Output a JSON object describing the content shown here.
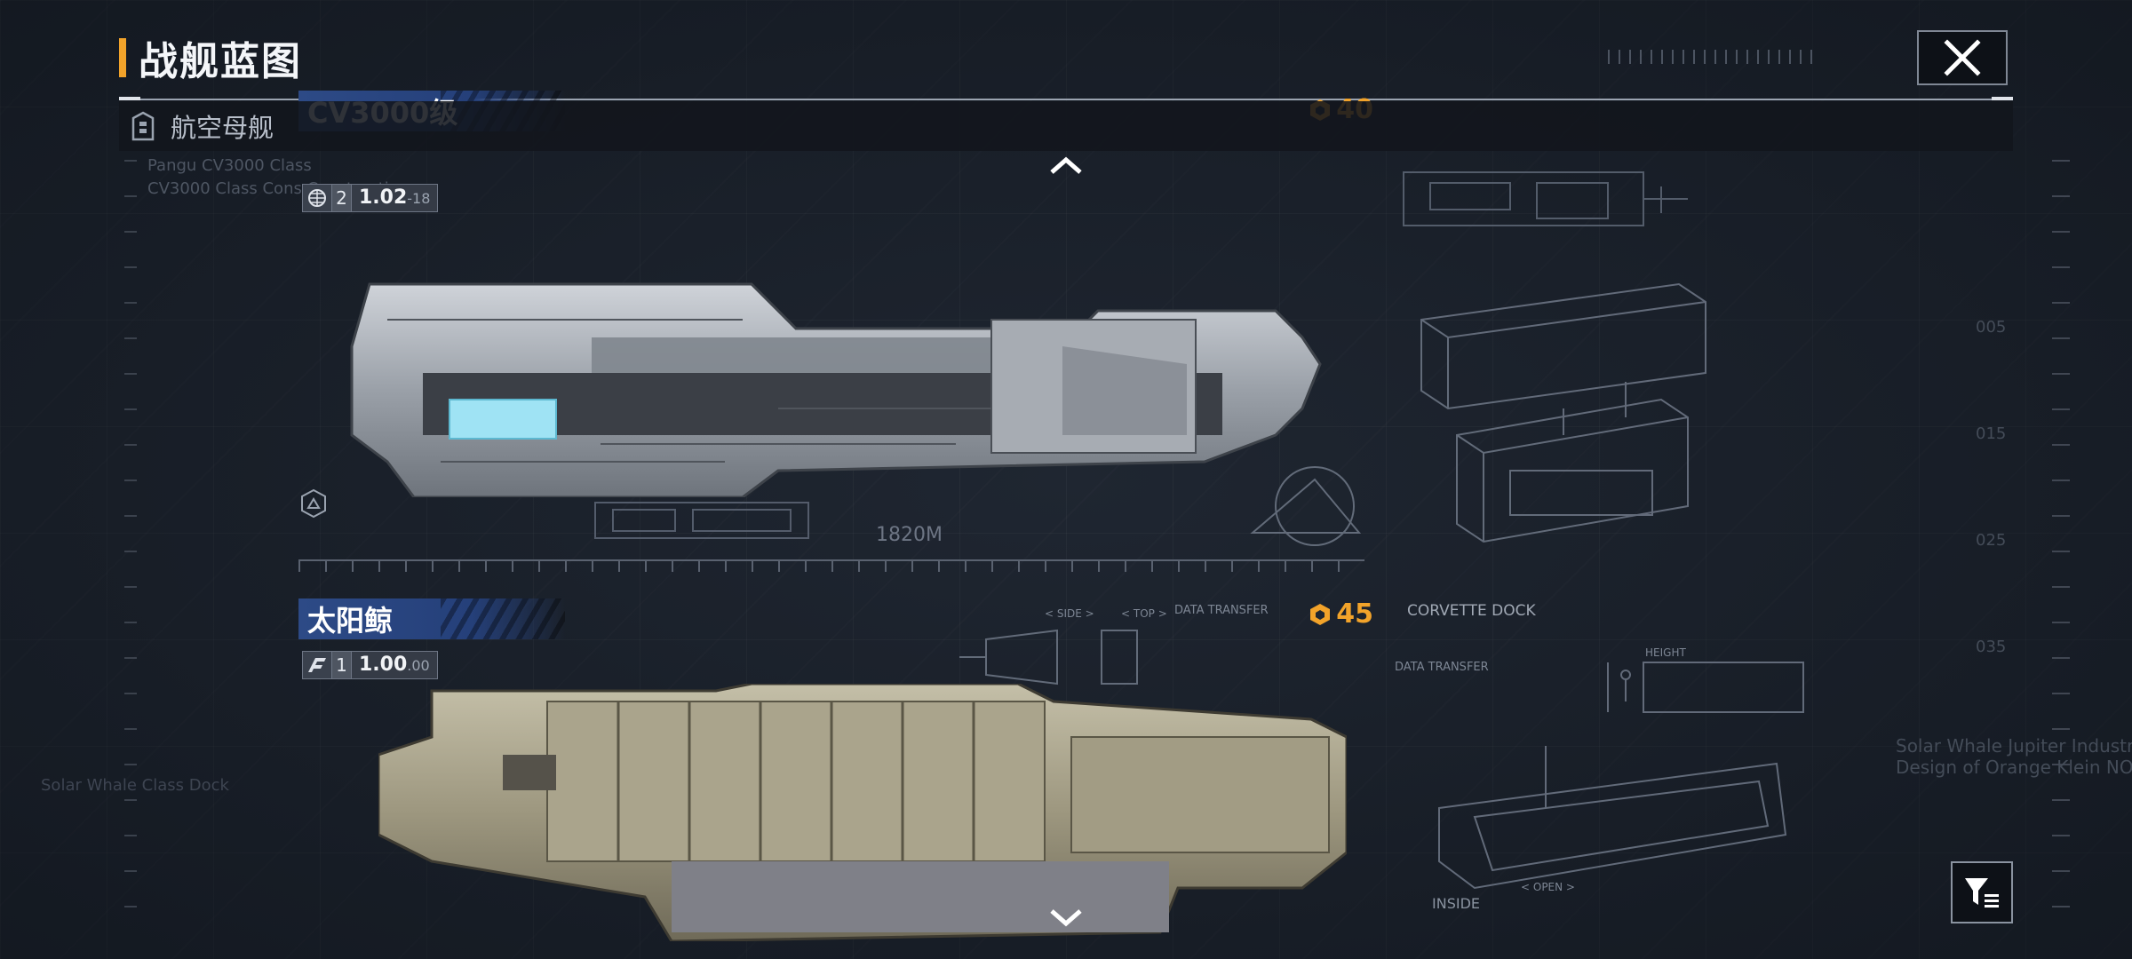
{
  "header": {
    "title": "战舰蓝图"
  },
  "category": {
    "label": "航空母舰"
  },
  "ships": [
    {
      "name": "CV3000级",
      "level": "2",
      "version": "1.02",
      "version_suffix": "-18",
      "cost": "40",
      "length": "1820M",
      "sub_text_1": "Pangu CV3000 Class",
      "sub_text_2": "CV3000 Class Cons Construction"
    },
    {
      "name": "太阳鲸",
      "level": "1",
      "version": "1.00",
      "version_suffix": ".00",
      "cost": "45",
      "sub_text_1": "Solar Whale Class Dock"
    }
  ],
  "schematic_labels": {
    "corvette_dock": "CORVETTE DOCK",
    "data_transfer": "DATA TRANSFER",
    "data_transfer_2": "DATA TRANSFER",
    "inside": "INSIDE",
    "open": "< OPEN >",
    "side": "< SIDE >",
    "top": "< TOP >",
    "height": "HEIGHT",
    "brand": "Solar Whale Jupiter Industries",
    "brand_2": "Design of Orange Klein NOMA Ships",
    "scale_005": "005",
    "scale_015": "015",
    "scale_025": "025",
    "scale_035": "035"
  },
  "colors": {
    "accent": "#f2a32a",
    "banner": "#2d4a86",
    "bg": "#1f2631"
  }
}
